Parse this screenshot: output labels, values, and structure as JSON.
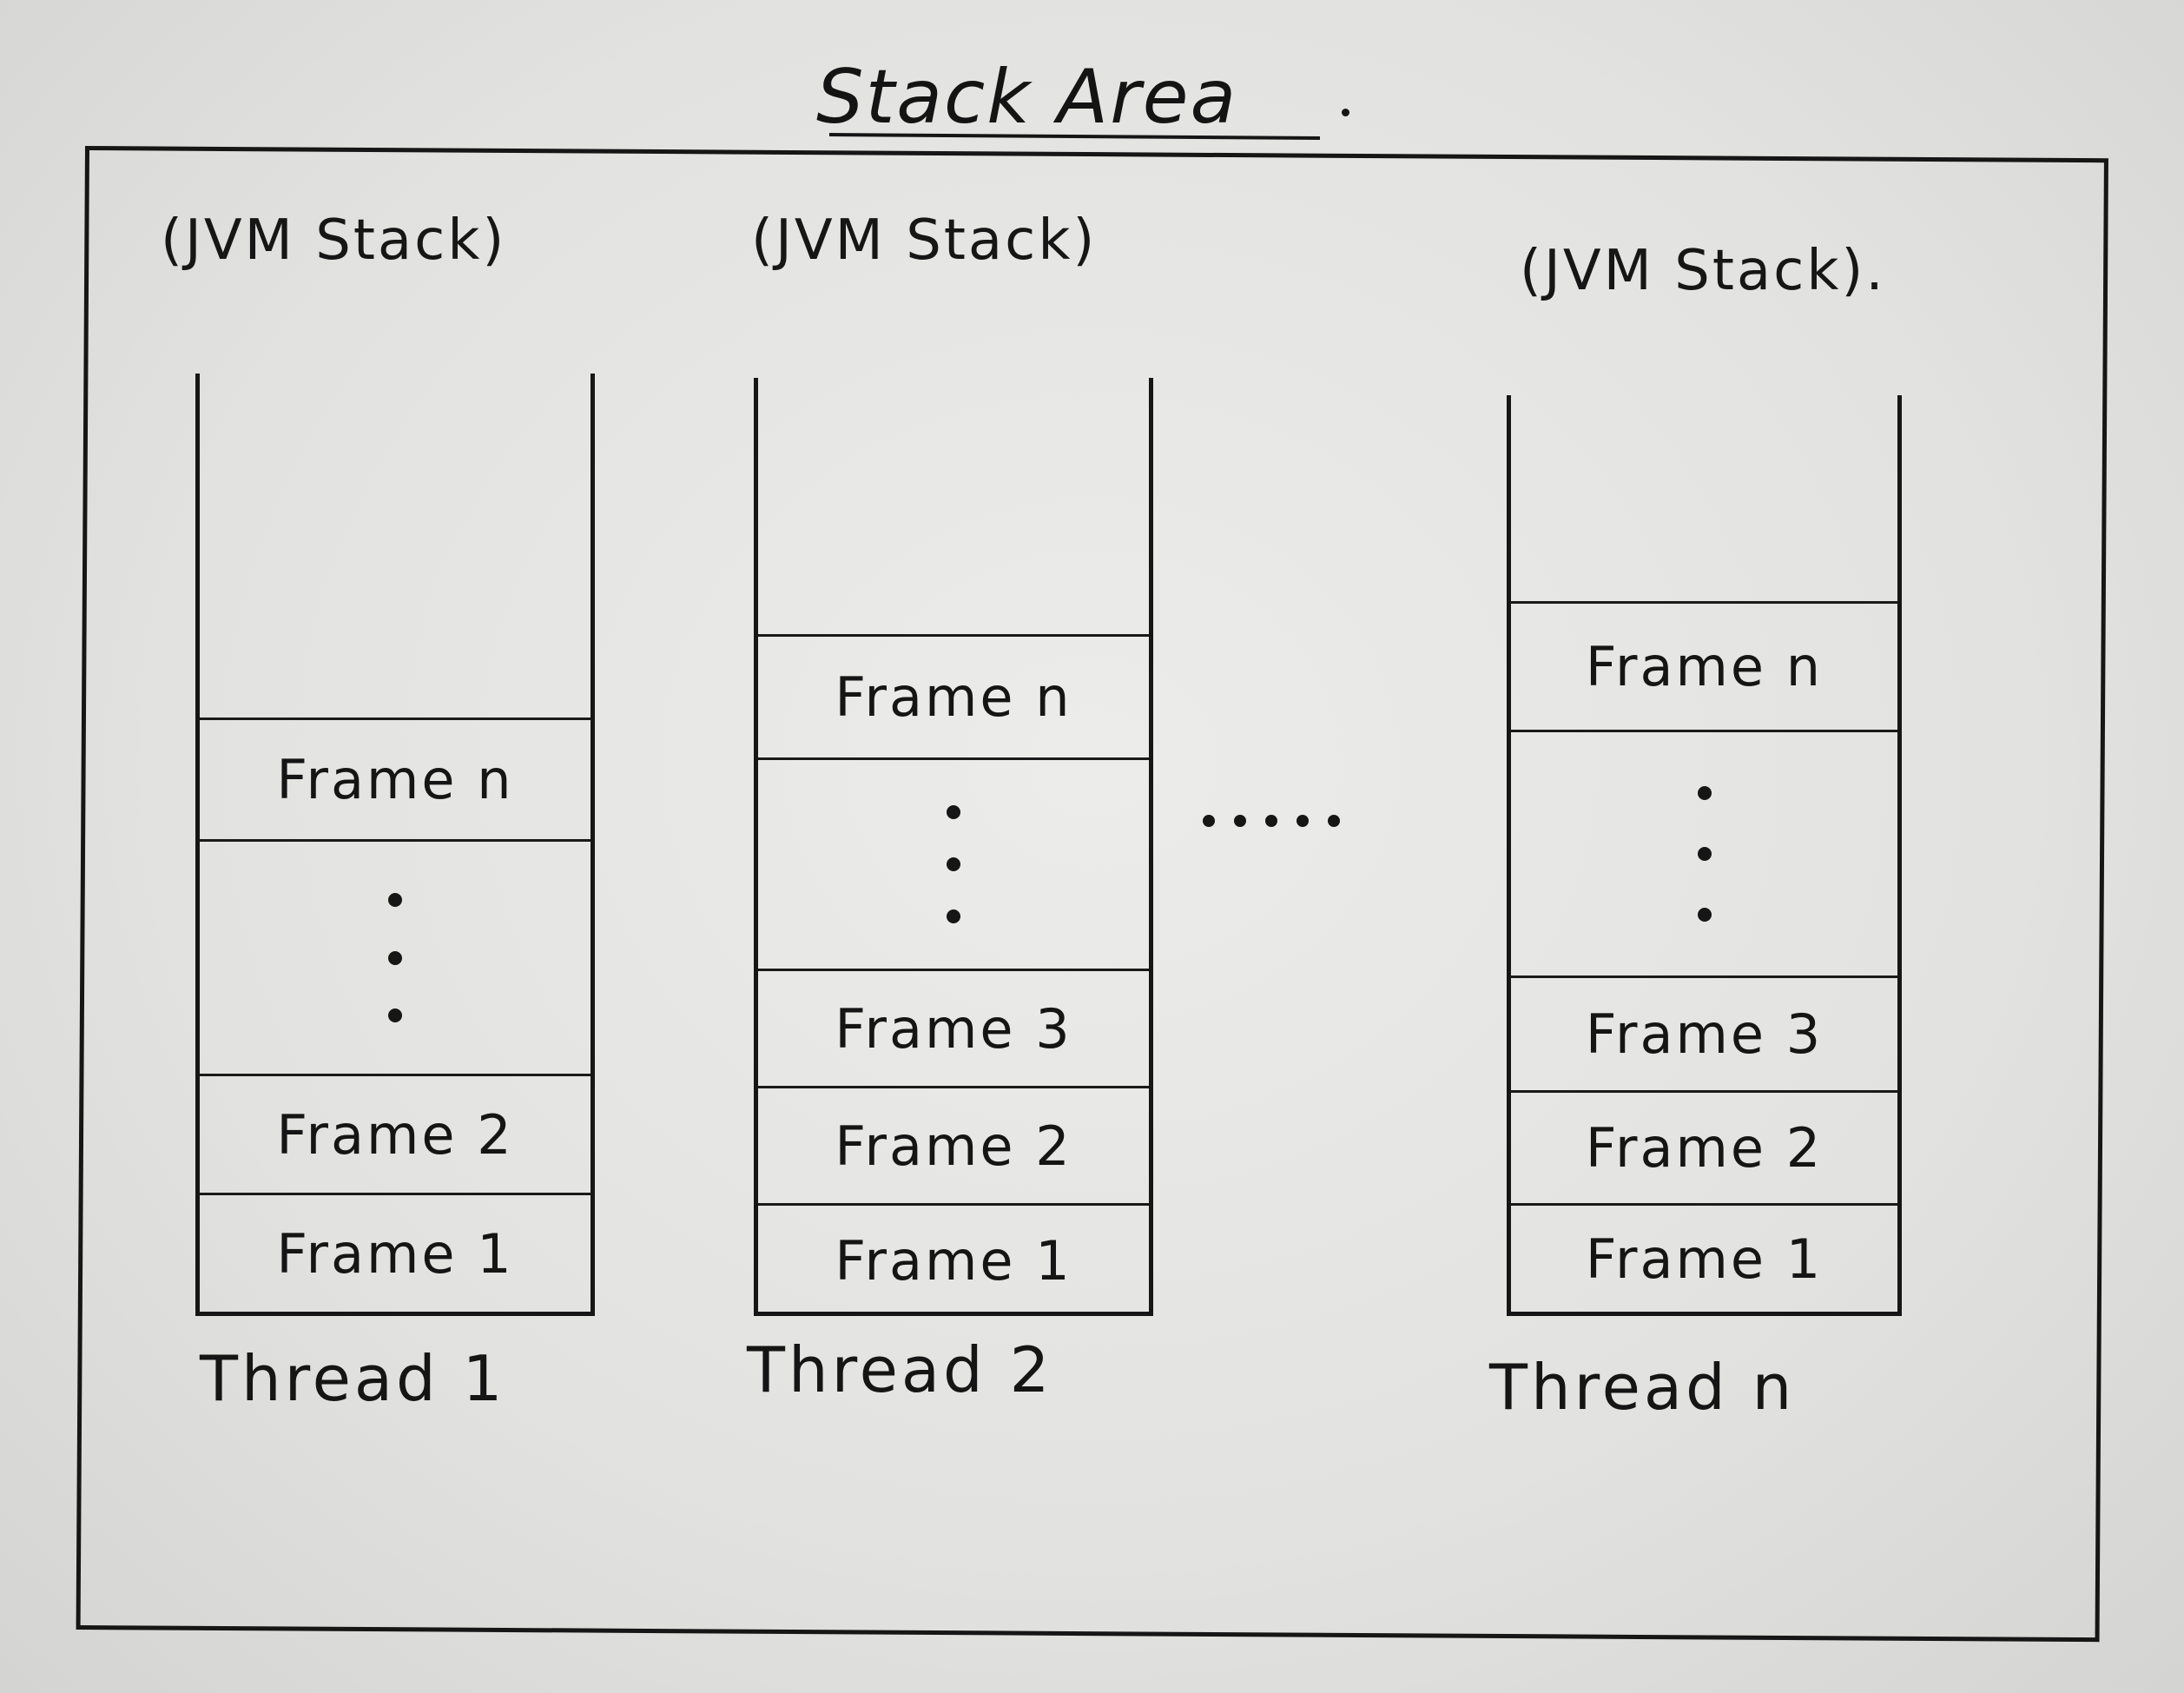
{
  "diagram": {
    "title": "Stack Area",
    "stack_label": "(JVM Stack)",
    "stack_label_n": "(JVM Stack).",
    "between_ellipsis": ".....",
    "threads": [
      {
        "name": "Thread 1",
        "frames_top_to_bottom": [
          "Frame n",
          "⋮",
          "Frame 2",
          "Frame 1"
        ]
      },
      {
        "name": "Thread 2",
        "frames_top_to_bottom": [
          "Frame n",
          "⋮",
          "Frame 3",
          "Frame 2",
          "Frame 1"
        ]
      },
      {
        "name": "Thread n",
        "frames_top_to_bottom": [
          "Frame n",
          "⋮",
          "Frame 3",
          "Frame 2",
          "Frame 1"
        ]
      }
    ]
  }
}
